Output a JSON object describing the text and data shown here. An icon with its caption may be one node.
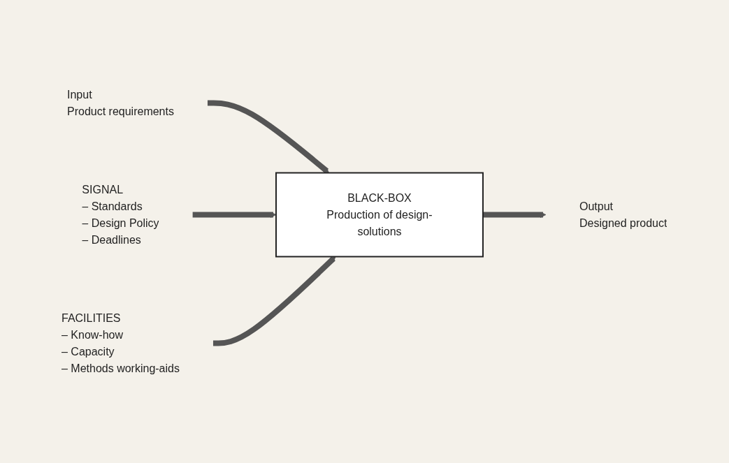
{
  "diagram": {
    "nodes": [
      {
        "text": [
          "Input",
          "Product requirements"
        ]
      },
      {
        "text": [
          "SIGNAL",
          "– Standards",
          "– Design Policy",
          "– Deadlines"
        ]
      },
      {
        "text": [
          "BLACK-BOX",
          "Production of design-solutions"
        ]
      },
      {
        "text": [
          "Output",
          "Designed product"
        ]
      },
      {
        "text": [
          "FACILITIES",
          "– Know-how",
          "– Capacity",
          "– Methods working-aids"
        ]
      }
    ],
    "edges": [
      {
        "from": 0,
        "to": 2,
        "arrow": "to"
      },
      {
        "from": 1,
        "to": 2,
        "arrow": "to"
      },
      {
        "from": 4,
        "to": 2,
        "arrow": "to"
      },
      {
        "from": 2,
        "to": 3,
        "arrow": "to"
      }
    ]
  }
}
